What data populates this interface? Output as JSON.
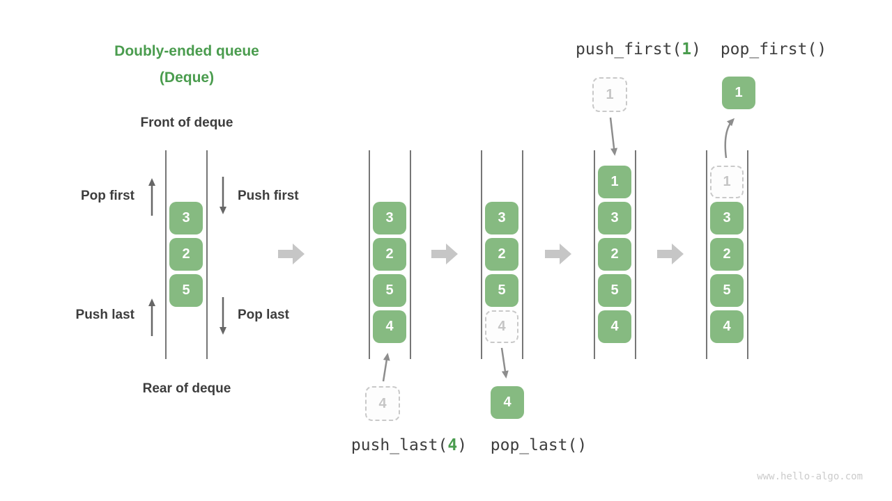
{
  "title": {
    "line1": "Doubly-ended queue",
    "line2": "(Deque)"
  },
  "labels": {
    "front": "Front of deque",
    "rear": "Rear of deque",
    "pop_first": "Pop first",
    "push_first": "Push first",
    "push_last": "Push last",
    "pop_last": "Pop last"
  },
  "operations": {
    "push_first": {
      "name": "push_first(",
      "arg": "1",
      "close": ")"
    },
    "pop_first": {
      "name": "pop_first(",
      "arg": "",
      "close": ")"
    },
    "push_last": {
      "name": "push_last(",
      "arg": "4",
      "close": ")"
    },
    "pop_last": {
      "name": "pop_last(",
      "arg": "",
      "close": ")"
    }
  },
  "states": [
    {
      "cells": [
        "3",
        "2",
        "5"
      ]
    },
    {
      "cells": [
        "3",
        "2",
        "5",
        "4"
      ],
      "moving": "4"
    },
    {
      "cells": [
        "3",
        "2",
        "5",
        "4"
      ],
      "moving": "4"
    },
    {
      "cells": [
        "1",
        "3",
        "2",
        "5",
        "4"
      ],
      "moving": "1"
    },
    {
      "cells": [
        "1",
        "3",
        "2",
        "5",
        "4"
      ],
      "moving": "1"
    }
  ],
  "colors": {
    "cell_green": "#86ba81",
    "accent_green": "#4a9c4e",
    "text_dark": "#3d3d3d",
    "ghost_gray": "#c5c5c5",
    "flow_arrow_gray": "#c6c6c6",
    "wall_gray": "#767676"
  },
  "watermark": "www.hello-algo.com"
}
